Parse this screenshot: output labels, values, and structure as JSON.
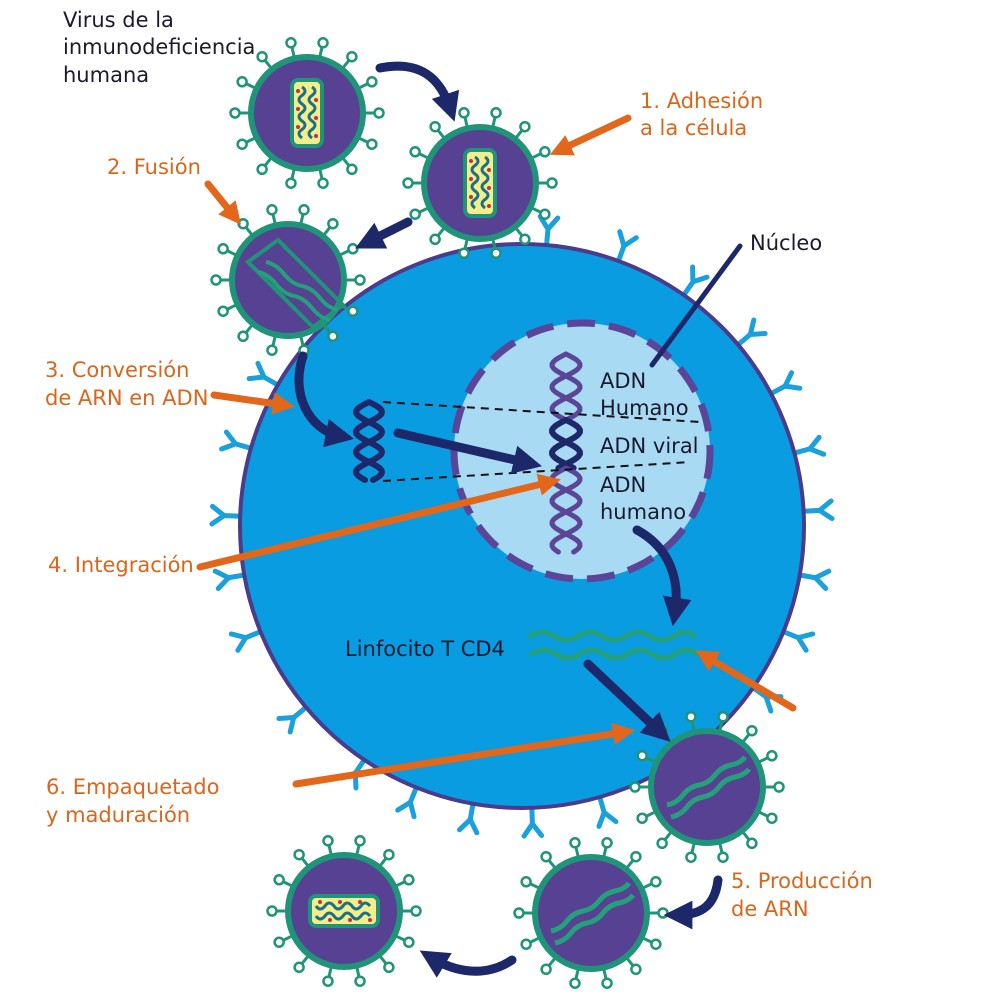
{
  "labels": {
    "hiv_virus": [
      "Virus de la",
      "inmunodeficiencia",
      "humana"
    ],
    "step1": [
      "1. Adhesión",
      "a la célula"
    ],
    "step2": [
      "2. Fusión"
    ],
    "step3": [
      "3. Conversión",
      "de ARN en ADN"
    ],
    "step4": [
      "4. Integración"
    ],
    "step5": [
      "5. Producción",
      "de ARN"
    ],
    "step6": [
      "6. Empaquetado",
      "y maduración"
    ],
    "nucleus": "Núcleo",
    "human_dna_top": [
      "ADN",
      "Humano"
    ],
    "viral_dna": "ADN viral",
    "human_dna_bottom": [
      "ADN",
      "humano"
    ],
    "cell": "Linfocito T CD4"
  },
  "colors": {
    "cell": "#0a9ce0",
    "cell_border": "#4b3b8c",
    "nucleus": "#a8dbf3",
    "nucleus_border": "#5a4598",
    "virus_core": "#564193",
    "virus_envelope": "#1f9478",
    "viral_rna": "#24a07a",
    "receptor": "#1aa0dc",
    "arrow_dark": "#1c2869",
    "arrow_orange": "#e2671b",
    "capsid_fill": "#f4ee8a"
  }
}
